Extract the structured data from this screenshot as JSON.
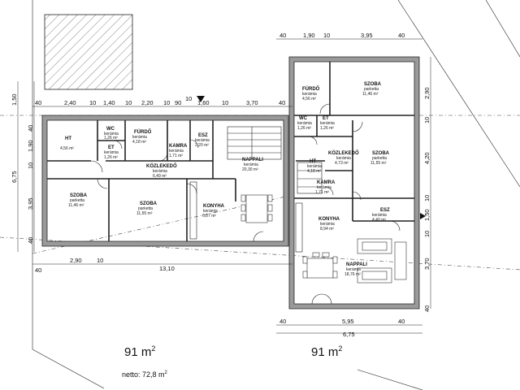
{
  "left_house": {
    "area": "91 m",
    "area_sup": "2",
    "net_label": "netto: 72,8 m",
    "net_sup": "2",
    "rooms": [
      {
        "name": "HT",
        "floor": "",
        "area": "4,56 m²"
      },
      {
        "name": "WC",
        "floor": "kerámia",
        "area": "1,26 m²"
      },
      {
        "name": "ET",
        "floor": "kerámia",
        "area": "1,26 m²"
      },
      {
        "name": "FÜRDŐ",
        "floor": "kerámia",
        "area": "4,18 m²"
      },
      {
        "name": "KAMRA",
        "floor": "kerámia",
        "area": "1,71 m²"
      },
      {
        "name": "ESZ",
        "floor": "kerámia",
        "area": "2,20 m²"
      },
      {
        "name": "NAPPALI",
        "floor": "kerámia",
        "area": "20,30 m²"
      },
      {
        "name": "KÖZLEKEDŐ",
        "floor": "kerámia",
        "area": "6,49 m²"
      },
      {
        "name": "SZOBA",
        "floor": "parketta",
        "area": "11,46 m²"
      },
      {
        "name": "SZOBA",
        "floor": "parketta",
        "area": "11,55 m²"
      },
      {
        "name": "KONYHA",
        "floor": "kerámia",
        "area": "6,87 m²"
      }
    ],
    "dims_top": [
      "40",
      "2,40",
      "10",
      "1,40",
      "10",
      "2,20",
      "10",
      "90",
      "10",
      "1,60",
      "10",
      "3,70",
      "40"
    ],
    "dims_left": [
      "1,50",
      "40",
      "1,90",
      "10",
      "6,75",
      "3,95",
      "40"
    ],
    "dims_bottom": [
      "40",
      "2,90",
      "10",
      "13,10"
    ]
  },
  "right_house": {
    "area": "91 m",
    "area_sup": "2",
    "rooms": [
      {
        "name": "FÜRDŐ",
        "floor": "kerámia",
        "area": "4,56 m²"
      },
      {
        "name": "SZOBA",
        "floor": "parketta",
        "area": "11,46 m²"
      },
      {
        "name": "WC",
        "floor": "kerámia",
        "area": "1,26 m²"
      },
      {
        "name": "ET",
        "floor": "kerámia",
        "area": "1,26 m²"
      },
      {
        "name": "HT",
        "floor": "kerámia",
        "area": "4,18 m²"
      },
      {
        "name": "KÖZLEKEDŐ",
        "floor": "kerámia",
        "area": "4,73 m²"
      },
      {
        "name": "SZOBA",
        "floor": "parketta",
        "area": "11,55 m²"
      },
      {
        "name": "KAMRA",
        "floor": "kerámia",
        "area": "1,71 m²"
      },
      {
        "name": "ESZ",
        "floor": "kerámia",
        "area": "4,40 m²"
      },
      {
        "name": "KONYHA",
        "floor": "kerámia",
        "area": "8,94 m²"
      },
      {
        "name": "NAPPALI",
        "floor": "kerámia",
        "area": "18,76 m²"
      }
    ],
    "dims_top": [
      "40",
      "1,90",
      "10",
      "3,95",
      "40"
    ],
    "dims_right": [
      "2,90",
      "10",
      "4,20",
      "10",
      "1,50",
      "10",
      "3,70",
      "40"
    ],
    "dims_bottom": [
      "40",
      "5,95",
      "40",
      "6,75"
    ]
  }
}
